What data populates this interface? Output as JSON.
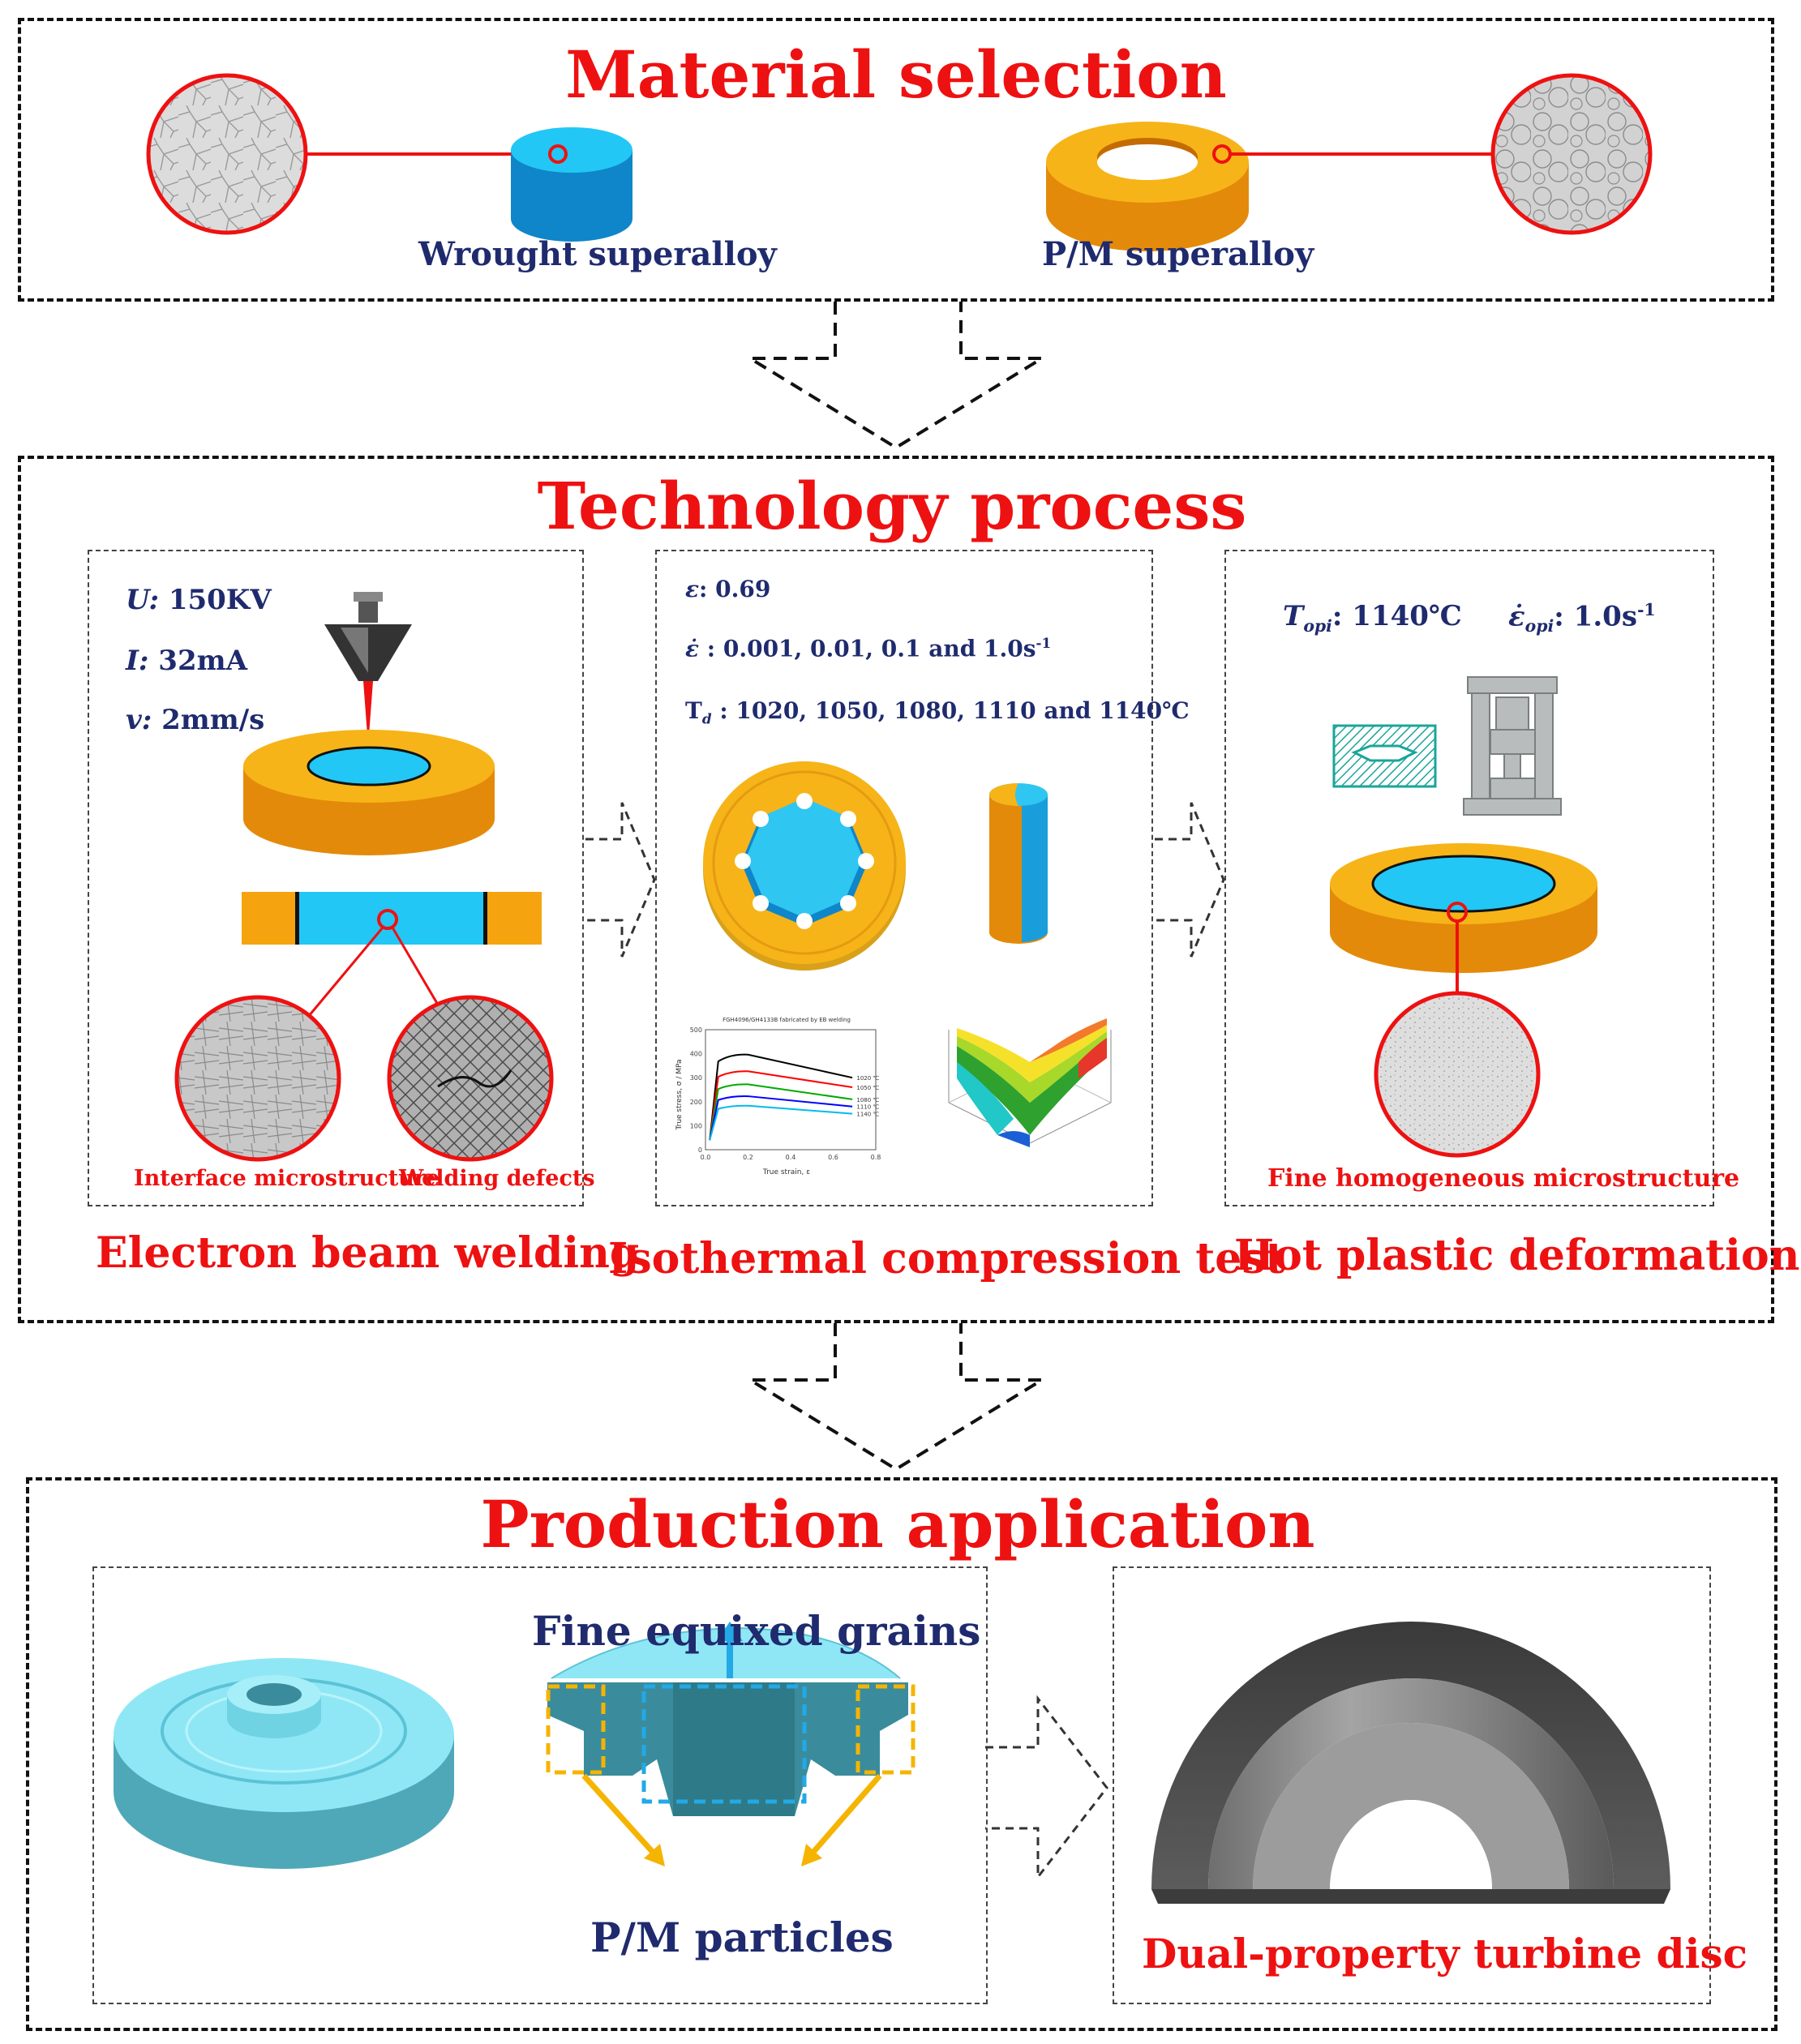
{
  "sections": {
    "material_selection": {
      "title": "Material selection",
      "wrought_label": "Wrought superalloy",
      "pm_label": "P/M superalloy"
    },
    "technology_process": {
      "title": "Technology process",
      "ebw": {
        "param_u_sym": "U:",
        "param_u_val": " 150KV",
        "param_i_sym": "I:",
        "param_i_val": " 32mA",
        "param_v_sym": "v:",
        "param_v_val": " 2mm/s",
        "interface_label": "Interface microstructure",
        "defects_label": "Welding defects",
        "caption": "Electron beam welding"
      },
      "compression": {
        "strain_sym": "ε",
        "strain_val": ": 0.69",
        "rate_sym": "ε̇",
        "rate_val": " : 0.001, 0.01, 0.1 and 1.0s",
        "rate_exp": "-1",
        "temp_sym": "T",
        "temp_sub": "d",
        "temp_val": " : 1020, 1050, 1080, 1110 and 1140℃",
        "caption": "Isothermal compression test",
        "curve_chart": {
          "title": "FGH4096/GH4133B fabricated by EB welding",
          "xlabel": "True strain, ε",
          "ylabel": "True stress, σ / MPa",
          "x_ticks": [
            "0.0",
            "0.2",
            "0.4",
            "0.6",
            "0.8"
          ],
          "y_ticks": [
            "0",
            "100",
            "200",
            "300",
            "400",
            "500"
          ],
          "legend": [
            "1020 ℃",
            "1050 ℃",
            "1080 ℃",
            "1110 ℃",
            "1140 ℃"
          ],
          "colors": [
            "#000000",
            "#ff0000",
            "#00aa00",
            "#0000ff",
            "#00bbee"
          ]
        }
      },
      "hot_deformation": {
        "t_sym": "T",
        "t_sub": "opi",
        "t_val": ": 1140℃",
        "rate_sym": "ε̇",
        "rate_sub": "opi",
        "rate_val": ": 1.0s",
        "rate_exp": "-1",
        "micro_label": "Fine homogeneous microstructure",
        "caption": "Hot plastic deformation"
      }
    },
    "production_application": {
      "title": "Production application",
      "fine_grains_label": "Fine equixed grains",
      "pm_particles_label": "P/M particles",
      "disc_label": "Dual-property turbine disc"
    }
  },
  "colors": {
    "title_red": "#ee1111",
    "navy": "#1f2b6e",
    "wrought_blue": "#1ab2ea",
    "pm_orange": "#f5a40f",
    "cyan_part": "#7fe3f2",
    "dash_yellow": "#f5b400",
    "dash_blue": "#22a9e6"
  }
}
